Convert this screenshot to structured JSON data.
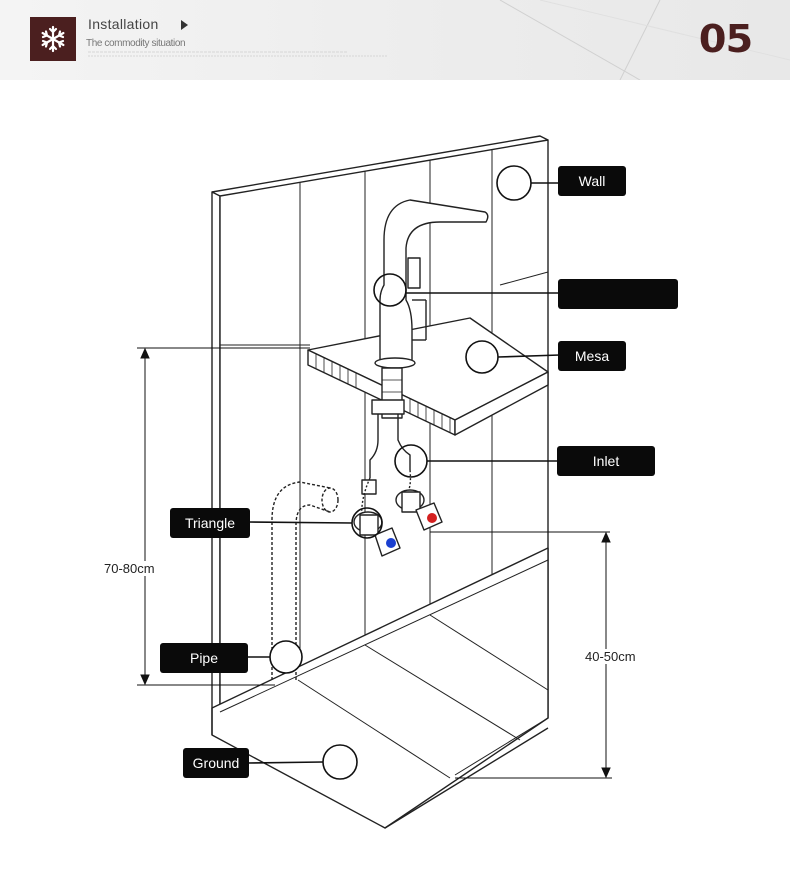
{
  "header": {
    "title": "Installation",
    "subtitle": "The commodity situation",
    "page_number": "05",
    "logo_icon": "snowflake-icon",
    "brand_color": "#4b1f1f"
  },
  "labels": {
    "wall": "Wall",
    "faucet": "",
    "mesa": "Mesa",
    "inlet": "Inlet",
    "triangle": "Triangle",
    "pipe": "Pipe",
    "ground": "Ground"
  },
  "measurements": {
    "mesa_height": "70-80cm",
    "valve_height": "40-50cm"
  },
  "valve_colors": {
    "hot": "#d42020",
    "cold": "#1a3fd0"
  }
}
